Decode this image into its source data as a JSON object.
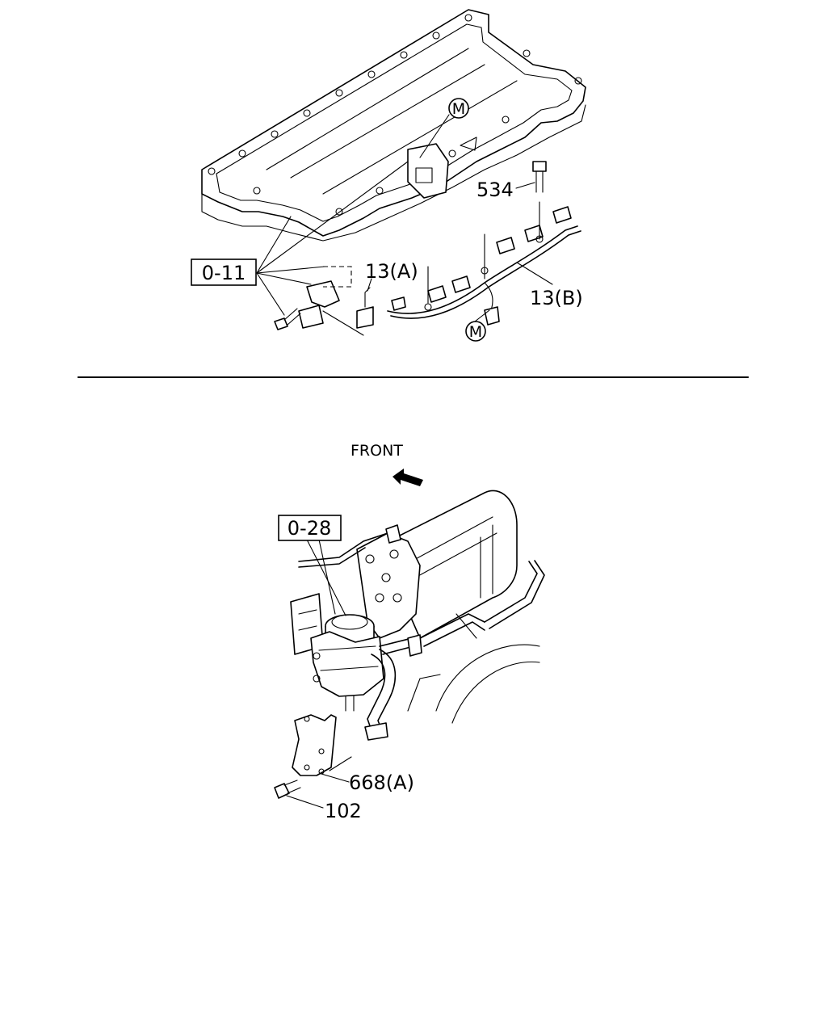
{
  "upper_diagram": {
    "callouts": {
      "box_ref": "0-11",
      "part_13a": "13(A)",
      "part_13b": "13(B)",
      "part_534": "534",
      "marker_top": "M",
      "marker_bottom": "M"
    }
  },
  "lower_diagram": {
    "direction_label": "FRONT",
    "callouts": {
      "box_ref": "0-28",
      "part_668a": "668(A)",
      "part_102": "102"
    }
  }
}
